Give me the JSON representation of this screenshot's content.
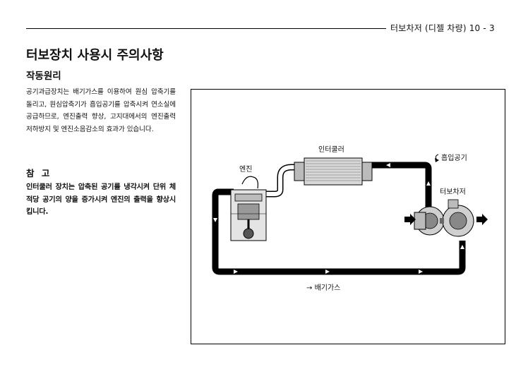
{
  "header": {
    "running_title": "터보차저 (디젤 차량) 10 - 3"
  },
  "page_title": "터보장치 사용시 주의사항",
  "section": {
    "title": "작동원리",
    "body": "공기과급장치는 배기가스를 이용하여 원심 압축기를 돌리고, 원심압축기가 흡입공기를 압축시켜 연소실에 공급하므로, 엔진출력 향상, 고지대에서의 엔진출력 저하방지 및 엔진소음감소의 효과가 있습니다."
  },
  "note": {
    "title": "참 고",
    "body": "인터쿨러 장치는 압축된 공기를 냉각시켜 단위 체적당 공기의 양을 증가시켜 엔진의 출력을 향상시킵니다."
  },
  "diagram": {
    "labels": {
      "intercooler": "인터쿨러",
      "engine": "엔진",
      "intake_air": "흡입공기",
      "turbocharger": "터보차저",
      "exhaust_gas": "배기가스"
    },
    "colors": {
      "pipe": "#000000",
      "arrow": "#ffffff"
    }
  }
}
